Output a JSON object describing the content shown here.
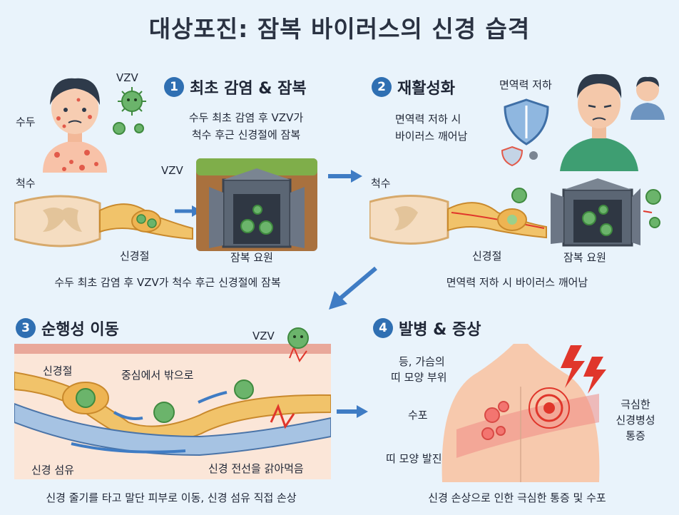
{
  "title": "대상포진: 잠복 바이러스의 신경 습격",
  "colors": {
    "bg": "#e9f3fb",
    "accent": "#2f6fb2",
    "virus": "#5aa85a",
    "nerve": "#e9b14c",
    "skin": "#f7c9ad",
    "pain": "#e0362b"
  },
  "step1": {
    "num": "1",
    "title": "최초 감염 & 잠복",
    "desc_line1": "수두 최초 감염 후 VZV가",
    "desc_line2": "척수 후근 신경절에 잠복",
    "child_label": "수두",
    "virus_label1": "VZV",
    "virus_label2": "VZV",
    "spine_label": "척수",
    "ganglion_label": "신경절",
    "vault_label": "잠복 요원",
    "caption": "수두 최초 감염 후 VZV가 척수 후근 신경절에 잠복"
  },
  "step2": {
    "num": "2",
    "title": "재활성화",
    "desc_line1": "면역력 저하 시",
    "desc_line2": "바이러스 깨어남",
    "immune_label": "면역력 저하",
    "spine_label": "척수",
    "ganglion_label": "신경절",
    "vault_label": "잠복 요원",
    "caption": "면역력 저하 시 바이러스 깨어남"
  },
  "step3": {
    "num": "3",
    "title": "순행성 이동",
    "virus_label": "VZV",
    "ganglion_label": "신경절",
    "direction_label": "중심에서 밖으로",
    "fiber_label": "신경 섬유",
    "damage_label": "신경 전선을 갉아먹음",
    "caption": "신경 줄기를 타고 말단 피부로 이동, 신경 섬유 직접 손상"
  },
  "step4": {
    "num": "4",
    "title": "발병 & 증상",
    "location_line1": "등, 가슴의",
    "location_line2": "띠 모양 부위",
    "blister_label": "수포",
    "rash_label": "띠 모양 발진",
    "pain_line1": "극심한",
    "pain_line2": "신경병성",
    "pain_line3": "통증",
    "caption": "신경 손상으로 인한 극심한 통증 및 수포"
  },
  "icons": [
    "virus-icon",
    "shield-icon",
    "vault-icon",
    "lightning-icon",
    "arrow-icon"
  ]
}
